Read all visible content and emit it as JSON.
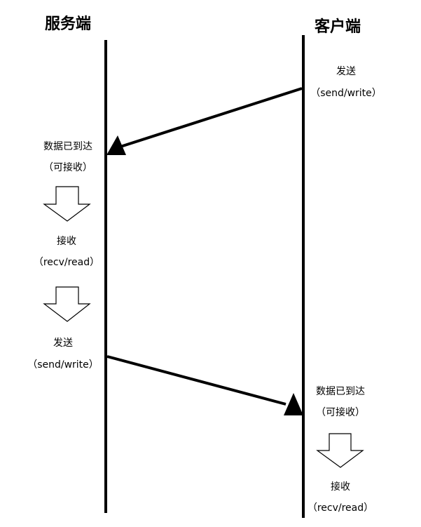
{
  "diagram": {
    "server": {
      "title": "服务端",
      "data_arrived": "数据已到达",
      "readable": "（可接收）",
      "receive": "接收",
      "recv_read": "（recv/read）",
      "send": "发送",
      "send_write": "（send/write）"
    },
    "client": {
      "title": "客户端",
      "send": "发送",
      "send_write": "（send/write）",
      "data_arrived": "数据已到达",
      "readable": "（可接收）",
      "receive": "接收",
      "recv_read": "（recv/read）"
    }
  }
}
